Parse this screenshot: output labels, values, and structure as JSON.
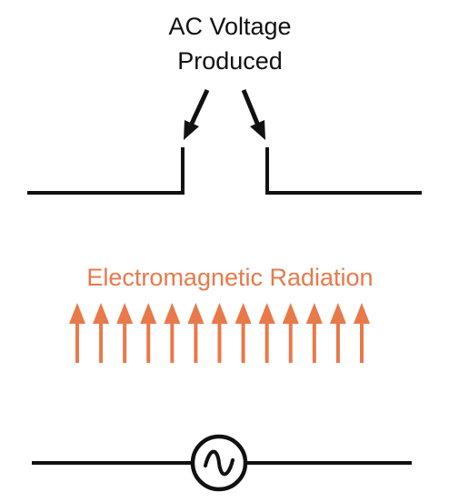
{
  "labels": {
    "voltage_line1": "AC Voltage",
    "voltage_line2": "Produced",
    "radiation": "Electromagnetic Radiation"
  },
  "colors": {
    "ink": "#111111",
    "radiation": "#e8794a"
  },
  "radiation_arrow_count": 13,
  "source_icon": "ac-source-icon"
}
